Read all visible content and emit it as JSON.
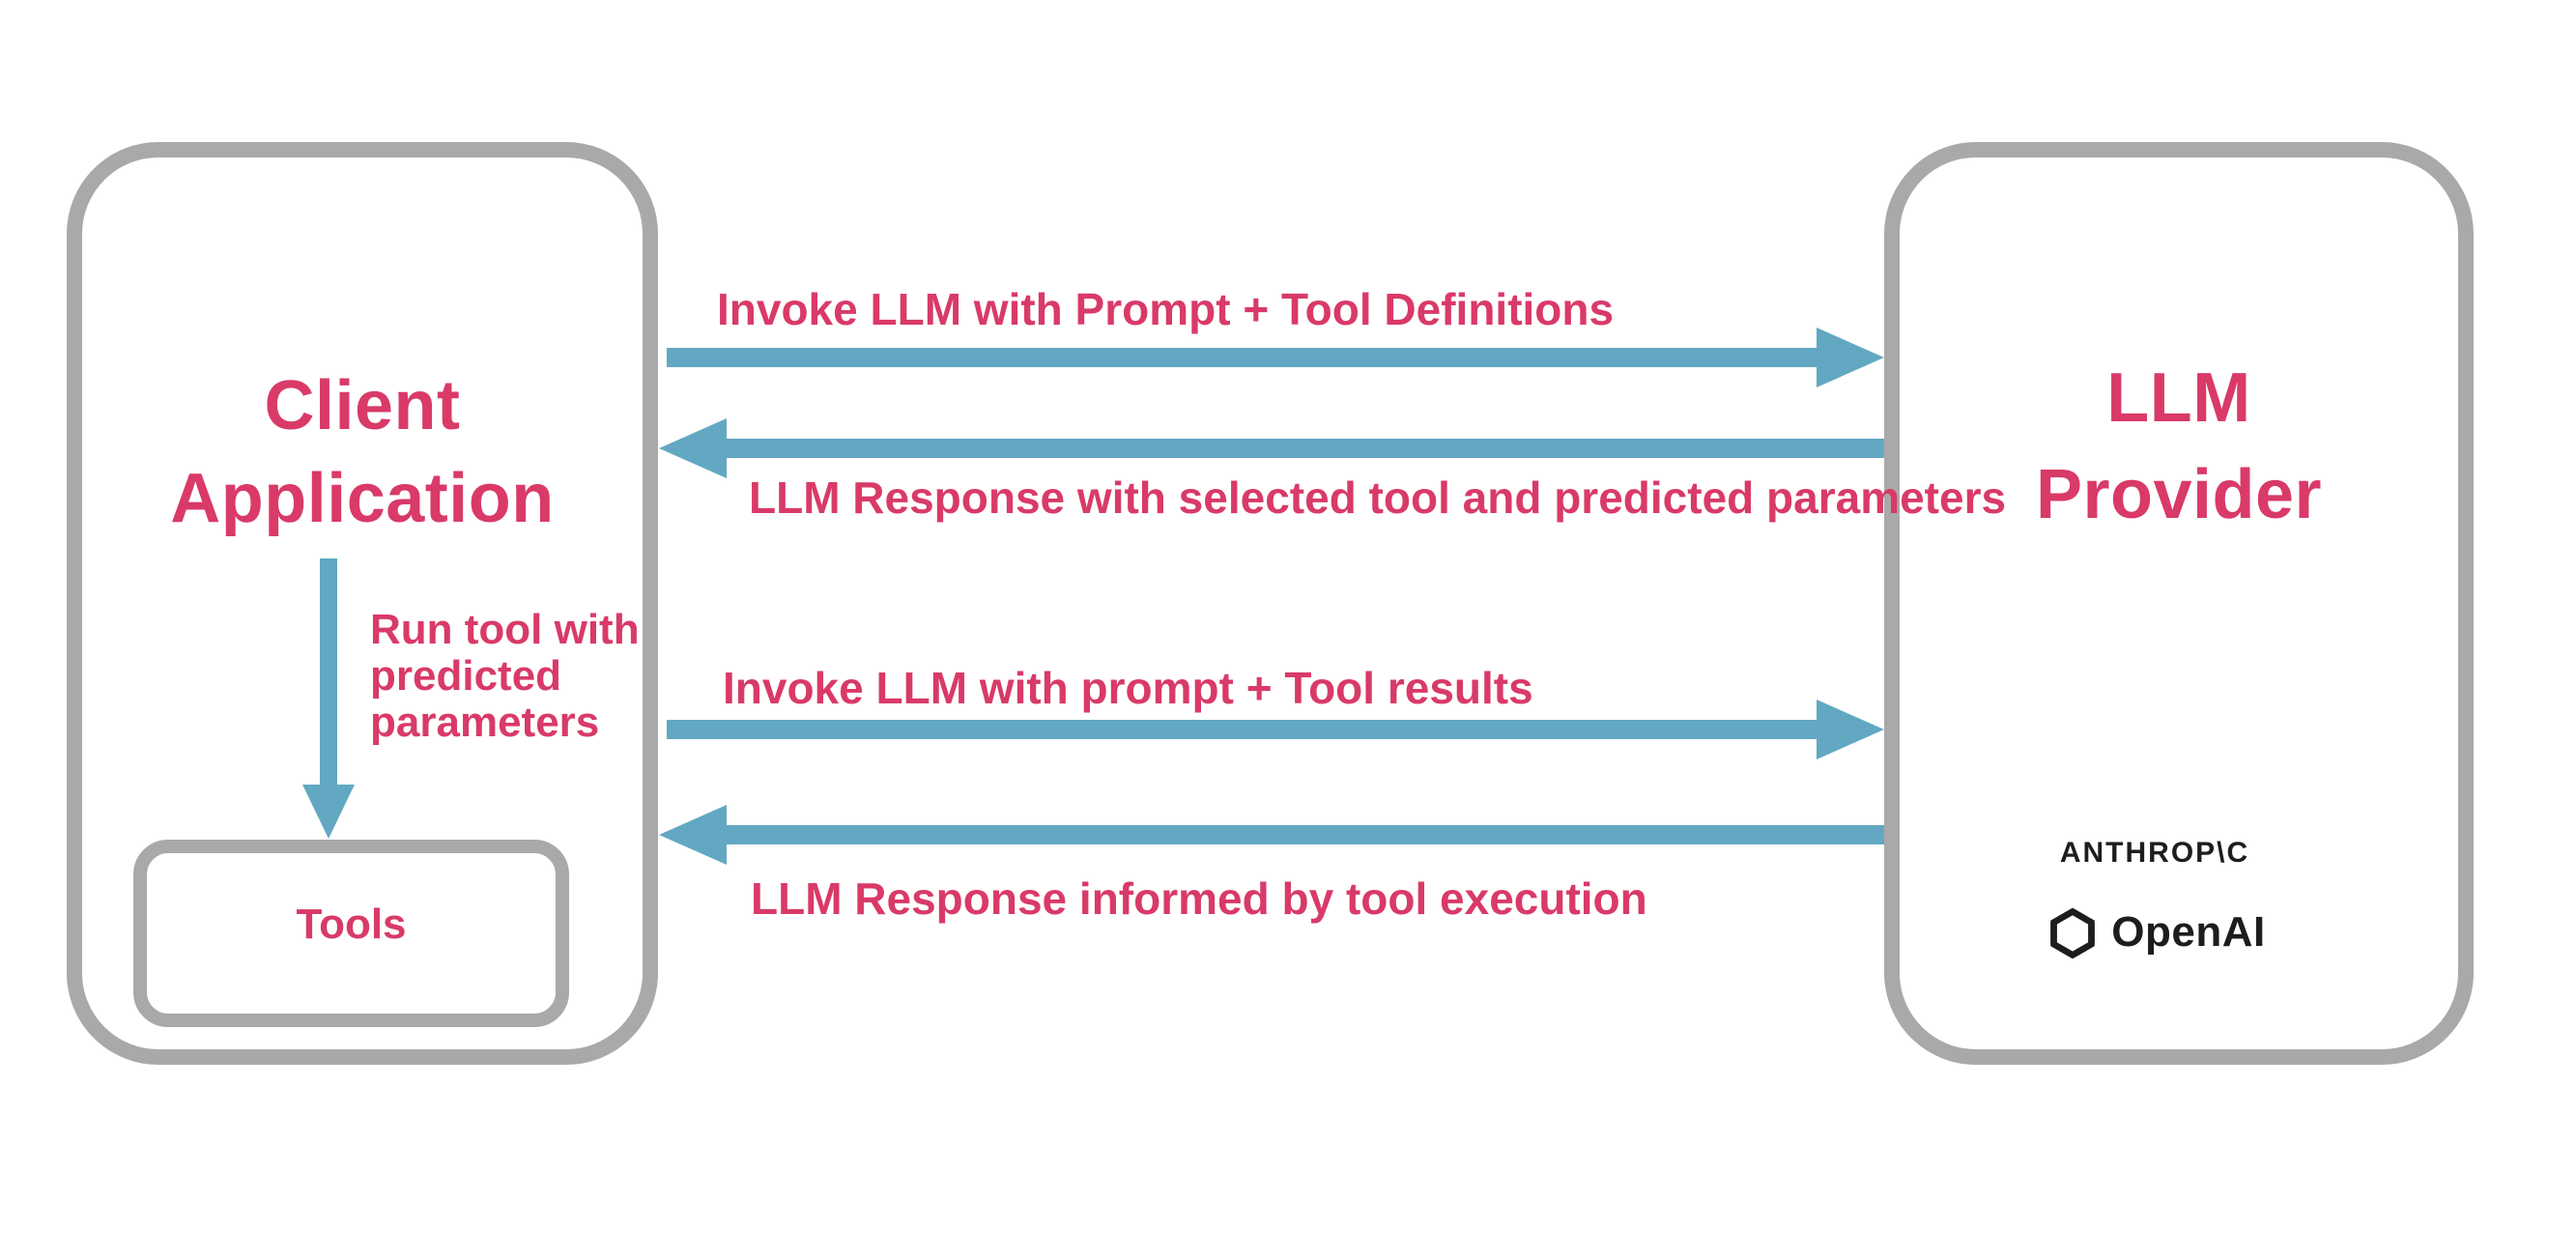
{
  "colors": {
    "accent_pink": "#D93A68",
    "arrow_teal": "#62A8C2",
    "box_border_gray": "#A9A9A9",
    "logo_black": "#1D1D1B"
  },
  "client_box": {
    "title_line1": "Client",
    "title_line2": "Application",
    "internal_arrow_label": "Run tool with predicted parameters",
    "tools_label": "Tools"
  },
  "llm_box": {
    "title_line1": "LLM",
    "title_line2": "Provider",
    "anthropic_wordmark": "ANTHROP\\C",
    "openai_text": "OpenAI"
  },
  "flows": [
    {
      "direction": "right",
      "label": "Invoke LLM with Prompt + Tool Definitions"
    },
    {
      "direction": "left",
      "label": "LLM Response with selected tool and predicted parameters"
    },
    {
      "direction": "right",
      "label": "Invoke LLM with prompt + Tool results"
    },
    {
      "direction": "left",
      "label": "LLM Response informed by tool execution"
    }
  ]
}
